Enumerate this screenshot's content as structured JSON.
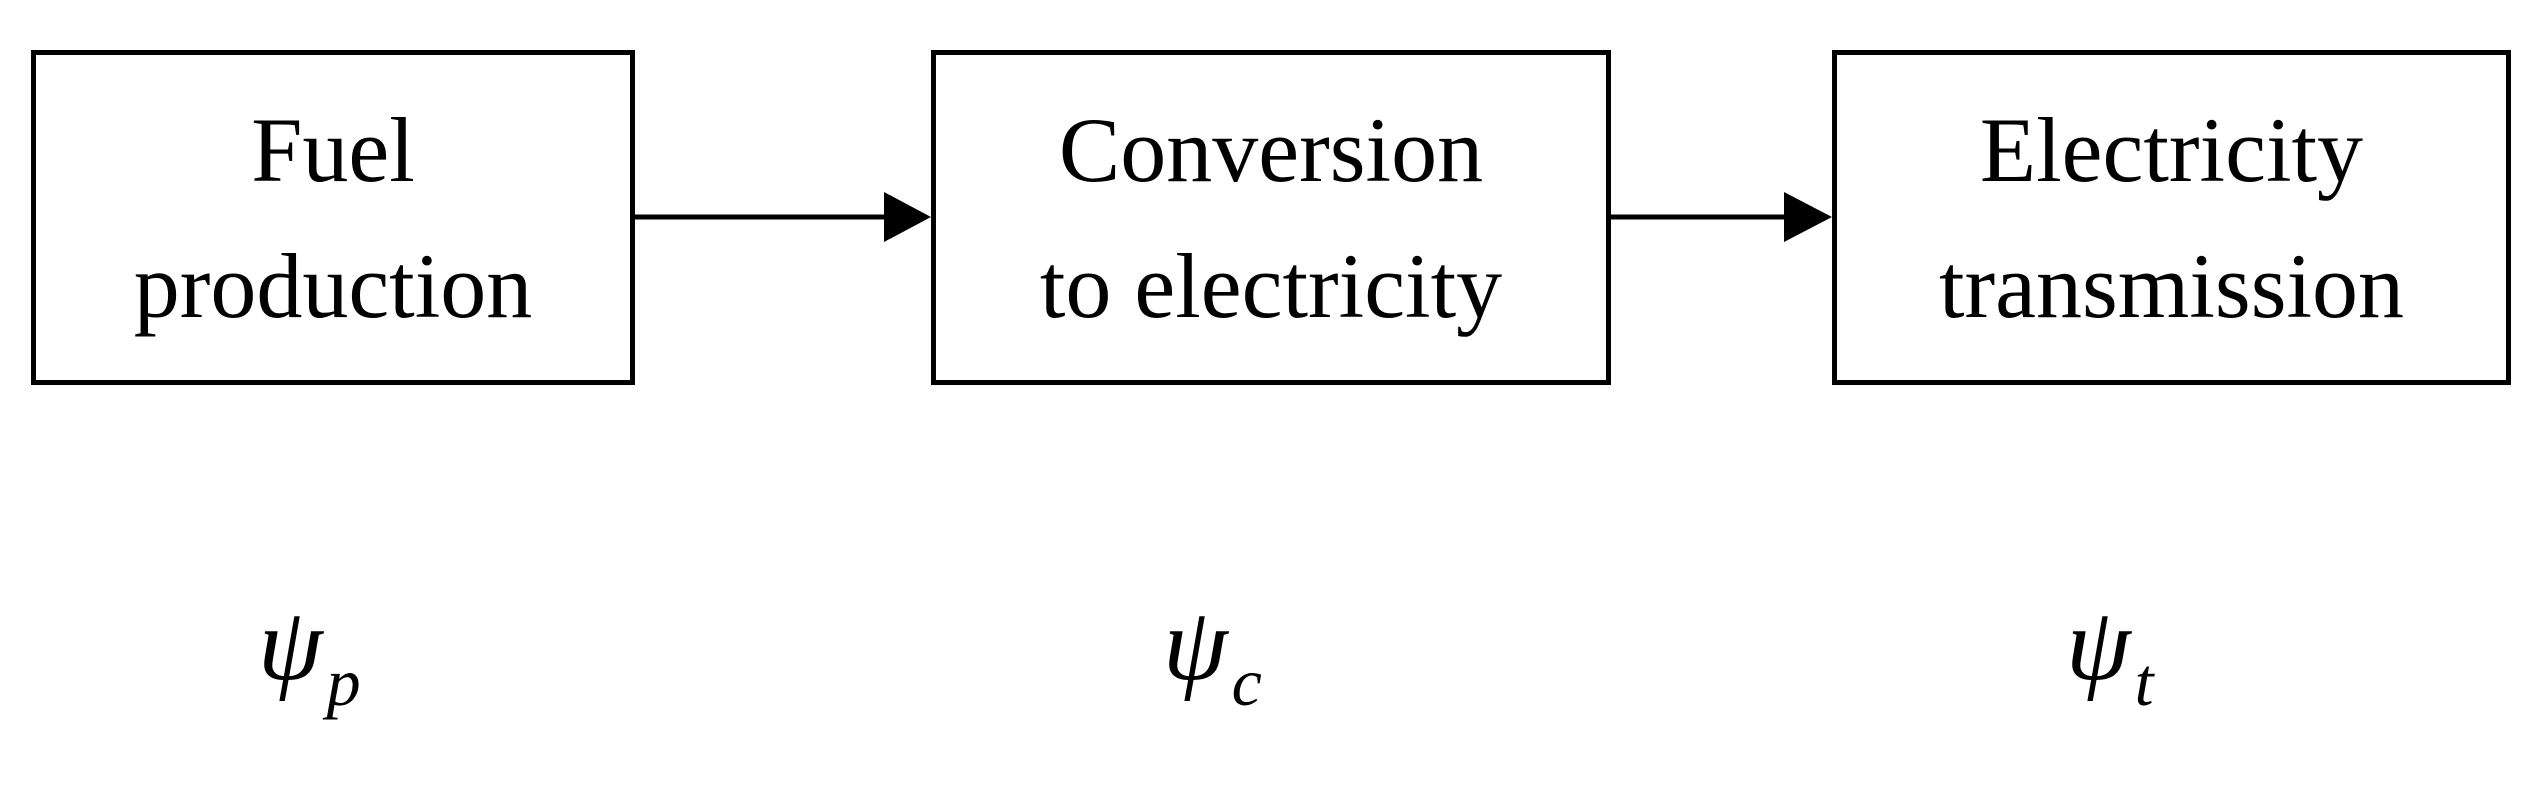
{
  "blocks": [
    {
      "id": "fuel",
      "lines": [
        "Fuel",
        "production"
      ]
    },
    {
      "id": "conversion",
      "lines": [
        "Conversion",
        "to electricity"
      ]
    },
    {
      "id": "transmission",
      "lines": [
        "Electricity",
        "transmission"
      ]
    }
  ],
  "symbols": [
    {
      "base": "ψ",
      "sub": "p"
    },
    {
      "base": "ψ",
      "sub": "c"
    },
    {
      "base": "ψ",
      "sub": "t"
    }
  ]
}
